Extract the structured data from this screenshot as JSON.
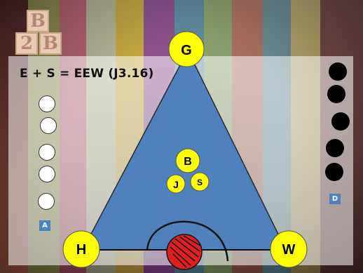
{
  "logo": {
    "letters": [
      "B",
      "2",
      "B"
    ]
  },
  "equation": "E + S = EEW (J3.16)",
  "vertices": {
    "top": "G",
    "left": "H",
    "right": "W"
  },
  "inner_nodes": {
    "top": "B",
    "left": "J",
    "right": "S"
  },
  "left_panel": {
    "tag": "A",
    "circle_color": "white",
    "circle_count": 5
  },
  "right_panel": {
    "tag": "D",
    "circle_color": "black",
    "circle_count": 5
  },
  "colors": {
    "triangle": "#4f81bd",
    "node_fill": "#ffff00",
    "ball": "#e02020",
    "tag": "#4f81bd"
  }
}
